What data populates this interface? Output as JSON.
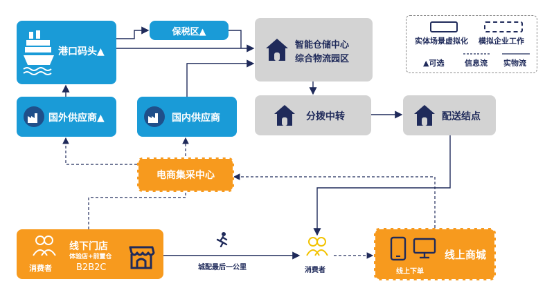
{
  "nodes": {
    "port": "港口码头▲",
    "bonded": "保税区▲",
    "warehouse_line1": "智能仓储中心",
    "warehouse_line2": "综合物流园区",
    "overseas_supplier": "国外供应商▲",
    "domestic_supplier": "国内供应商",
    "transfer": "分拨中转",
    "delivery": "配送结点",
    "ecommerce_center": "电商集采中心",
    "offline_store": "线下门店",
    "offline_store_sub": "体验店+前置仓",
    "b2b2c": "B2B2C",
    "consumer_left": "消费者",
    "consumer_mid": "消费者",
    "online_mall": "线上商城",
    "online_order": "线上下单",
    "last_mile": "城配最后一公里"
  },
  "legend": {
    "physical": "实体场景虚拟化",
    "virtual": "模拟企业工作",
    "optional": "▲可选",
    "info_flow": "信息流",
    "goods_flow": "实物流"
  },
  "colors": {
    "blue": "#1a9bd7",
    "grey": "#d3d3d3",
    "orange": "#f79a1e",
    "navy": "#1f2a5a"
  }
}
